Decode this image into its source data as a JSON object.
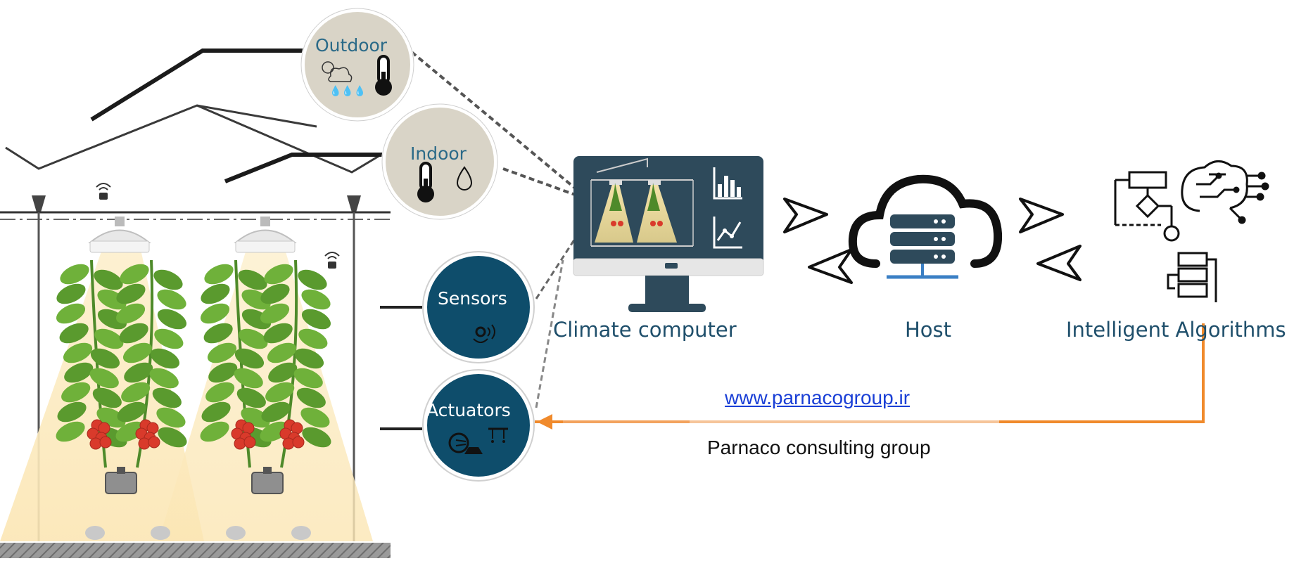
{
  "nodes": {
    "outdoor": "Outdoor",
    "indoor": "Indoor",
    "sensors": "Sensors",
    "actuators": "Actuators",
    "climate_computer": "Climate computer",
    "host": "Host",
    "intelligent_algorithms": "Intelligent Algorithms"
  },
  "footer": {
    "website": "www.parnacogroup.ir",
    "company": "Parnaco consulting group"
  },
  "icons": [
    "weather-icon",
    "thermometer-icon",
    "droplet-icon",
    "sensor-icon",
    "fan-icon",
    "irrigation-icon",
    "bar-chart-icon",
    "line-chart-icon",
    "cloud-server-icon",
    "brain-circuit-icon",
    "flowchart-icon",
    "wifi-icon",
    "lamp-icon"
  ],
  "colors": {
    "dark_teal": "#0e4d6b",
    "screen_dark": "#2e4a5b",
    "beige_circle": "#d9d4c7",
    "light_cone": "#fbe9bf",
    "arrow_orange": "#f08a2c",
    "plant_green": "#5a9a2e",
    "tomato_red": "#d93a2b"
  }
}
